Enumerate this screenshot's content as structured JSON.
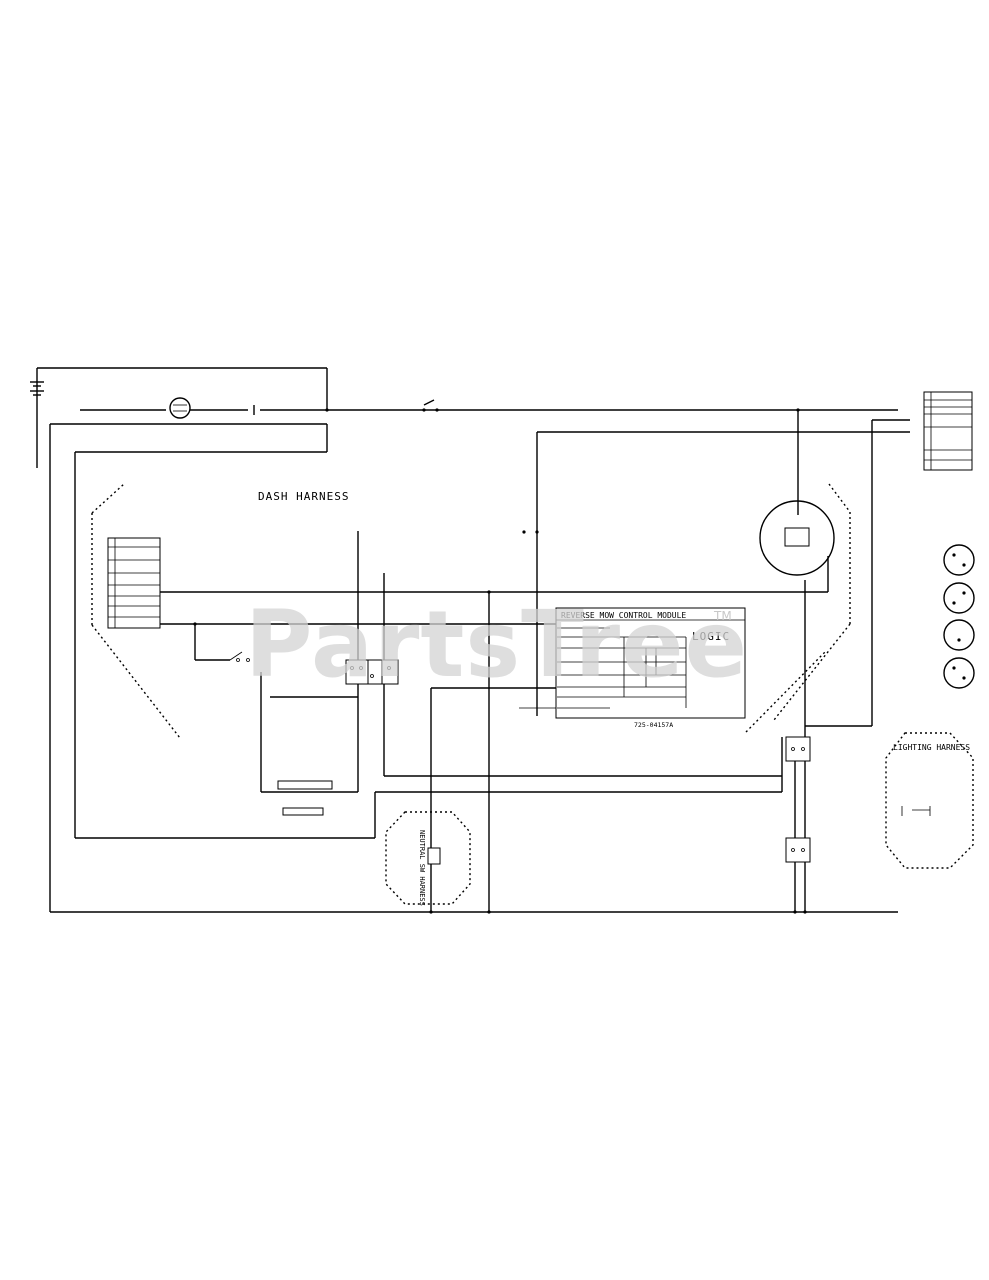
{
  "harness": {
    "title": "DASH HARNESS"
  },
  "module": {
    "title": "REVERSE MOW CONTROL MODULE",
    "logic": "LOGIC",
    "part": "725-04157A"
  },
  "lighting_harness": {
    "title": "LIGHTING HARNESS"
  },
  "neutral_harness": {
    "title": "NEUTRAL SW HARNESS"
  },
  "watermark": {
    "text": "PartsTree",
    "tm": "TM"
  }
}
